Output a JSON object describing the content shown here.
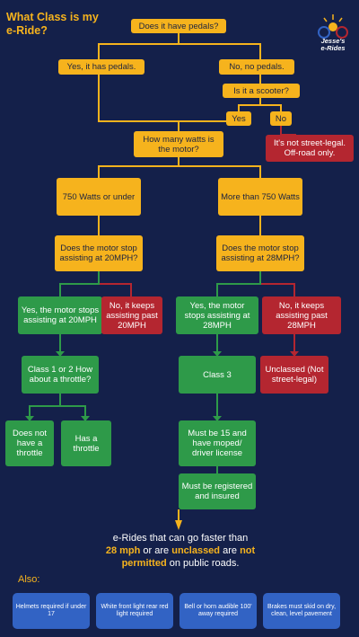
{
  "title": "What Class is my e-Ride?",
  "logo": {
    "line1": "Jesse's",
    "line2": "e-Rides"
  },
  "nodes": {
    "pedals_q": "Does it have pedals?",
    "pedals_yes": "Yes, it has pedals.",
    "pedals_no": "No, no pedals.",
    "scooter_q": "Is it a scooter?",
    "scooter_yes": "Yes",
    "scooter_no": "No",
    "not_street_legal": "It's not street-legal. Off-road only.",
    "watts_q": "How many watts is the motor?",
    "watts_750": "750 Watts or under",
    "watts_more": "More than 750 Watts",
    "assist20_q": "Does the motor stop assisting at 20MPH?",
    "assist28_q": "Does the motor stop assisting at 28MPH?",
    "yes20": "Yes, the motor stops assisting at 20MPH",
    "no20": "No, it keeps assisting past 20MPH",
    "yes28": "Yes, the motor stops assisting at 28MPH",
    "no28": "No, it keeps assisting past 28MPH",
    "class12_q": "Class 1 or 2 How about a throttle?",
    "class3": "Class 3",
    "unclassed": "Unclassed (Not street-legal)",
    "no_throttle": "Does not have a throttle",
    "has_throttle": "Has a throttle",
    "age15": "Must be 15 and have moped/ driver license",
    "registered": "Must be registered and insured"
  },
  "note": {
    "part1": "e-Rides that can go faster than",
    "speed": "28 mph",
    "part2": "or are",
    "unclassed": "unclassed",
    "part3": "are",
    "not": "not",
    "permitted": "permitted",
    "part4": "on public roads."
  },
  "also_label": "Also:",
  "requirements": [
    "Helmets required if under 17",
    "White front light rear red light required",
    "Bell or horn audible 100' away required",
    "Brakes must skid on dry, clean, level pavement"
  ],
  "colors": {
    "background": "#14204a",
    "yes_path": "#f6b31d",
    "green_path": "#2e9a49",
    "red_path": "#b42630",
    "footer_box": "#3263c4"
  }
}
